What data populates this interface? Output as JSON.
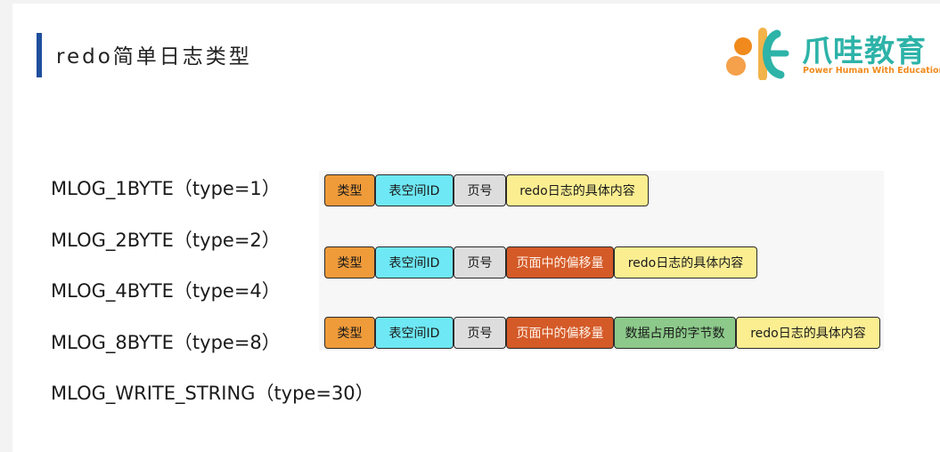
{
  "title": "redo简单日志类型",
  "logo": {
    "text": "爪哇教育",
    "subtitle": "Power Human With Education"
  },
  "types": [
    "MLOG_1BYTE（type=1）",
    "MLOG_2BYTE（type=2）",
    "MLOG_4BYTE（type=4）",
    "MLOG_8BYTE（type=8）",
    "MLOG_WRITE_STRING（type=30）"
  ],
  "rows": [
    [
      "类型",
      "表空间ID",
      "页号",
      "redo日志的具体内容"
    ],
    [
      "类型",
      "表空间ID",
      "页号",
      "页面中的偏移量",
      "redo日志的具体内容"
    ],
    [
      "类型",
      "表空间ID",
      "页号",
      "页面中的偏移量",
      "数据占用的字节数",
      "redo日志的具体内容"
    ]
  ],
  "colors": {
    "类型": "#f09b3a",
    "表空间ID": "#6ee8f4",
    "页号": "#dddddd",
    "页面中的偏移量": "#d45a28",
    "数据占用的字节数": "#8cc98a",
    "redo日志的具体内容": "#fbee91",
    "accent": "#1f4e9c"
  }
}
